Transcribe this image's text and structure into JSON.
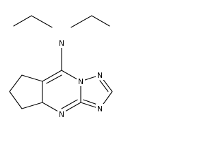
{
  "molecule": {
    "atoms": {
      "amine_n": "N",
      "bridgehead_n": "N",
      "triazole_n_top": "N",
      "triazole_n_bottom": "N",
      "pyrimidine_n": "N"
    },
    "colors": {
      "bond": "#000000",
      "label": "#000000",
      "background": "#ffffff"
    }
  }
}
